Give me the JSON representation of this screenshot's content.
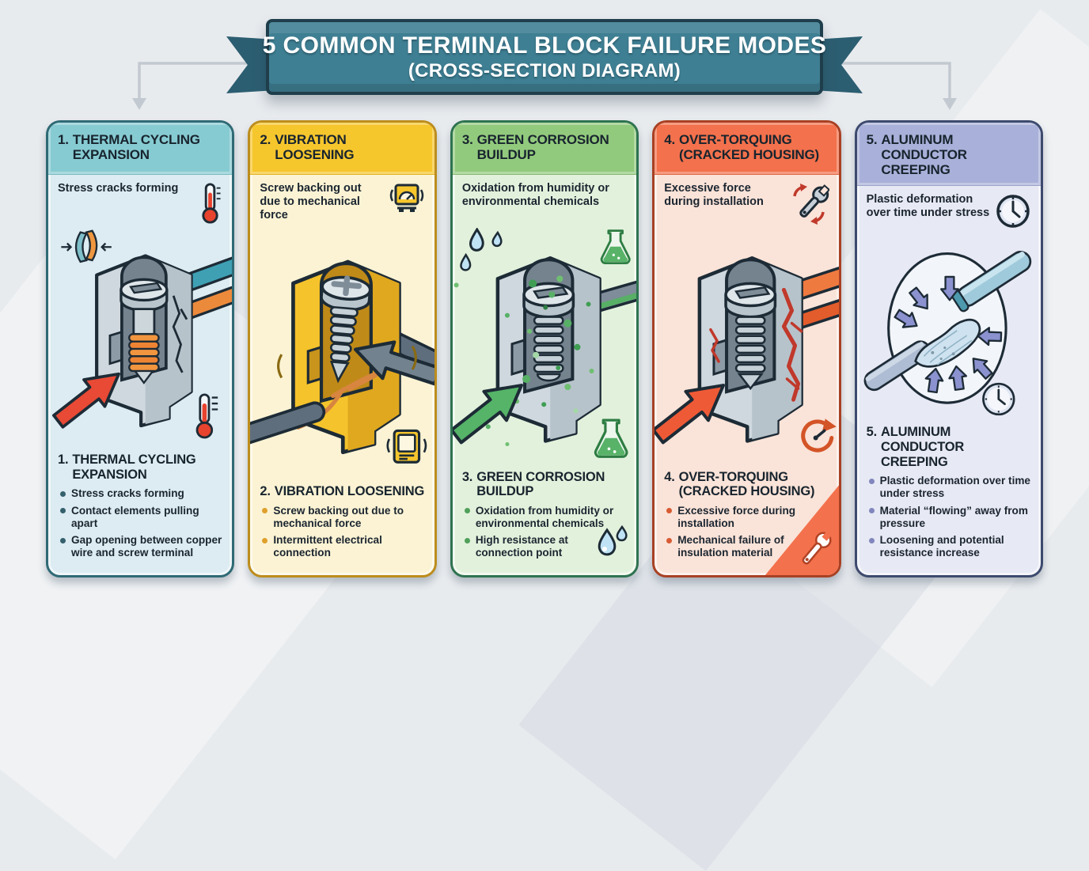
{
  "banner": {
    "title": "5 COMMON TERMINAL BLOCK FAILURE MODES",
    "subtitle": "(CROSS-SECTION DIAGRAM)",
    "colors": {
      "ribbon": "#3f7f93",
      "ribbon_dark": "#2c5e71",
      "border": "#1f3e4b"
    }
  },
  "panels": [
    {
      "number": "1.",
      "title": "THERMAL CYCLING EXPANSION",
      "subtitle": "Stress cracks forming",
      "bullets": [
        "Stress cracks forming",
        "Contact elements pulling apart",
        "Gap opening between copper wire and screw terminal"
      ],
      "icons": [
        "pinch-compression-icon",
        "thermometer-icon"
      ],
      "colors": {
        "border": "#2f6a75",
        "header": "#87cbd2",
        "body": "#dcecf2",
        "bullet": "#35606e"
      }
    },
    {
      "number": "2.",
      "title": "VIBRATION LOOSENING",
      "subtitle": "Screw backing out due to mechanical force",
      "bullets": [
        "Screw backing out due to mechanical force",
        "Intermittent electrical connection"
      ],
      "icons": [
        "vibration-machine-icon"
      ],
      "colors": {
        "border": "#bd8d1d",
        "header": "#f6c62d",
        "body": "#fbf3d4",
        "bullet": "#dfa02c"
      }
    },
    {
      "number": "3.",
      "title": "GREEN CORROSION BUILDUP",
      "subtitle": "Oxidation from humidity or environmental chemicals",
      "bullets": [
        "Oxidation from humidity or environmental chemicals",
        "High resistance at connection point"
      ],
      "icons": [
        "water-drops-icon",
        "flask-icon"
      ],
      "colors": {
        "border": "#2e7350",
        "header": "#92ca7d",
        "body": "#e2f1dc",
        "bullet": "#50a05a"
      }
    },
    {
      "number": "4.",
      "title": "OVER-TORQUING (CRACKED HOUSING)",
      "subtitle": "Excessive force during installation",
      "bullets": [
        "Excessive force during installation",
        "Mechanical failure of insulation material"
      ],
      "icons": [
        "wrench-icon",
        "torque-gauge-icon"
      ],
      "colors": {
        "border": "#a84124",
        "header": "#f3714c",
        "body": "#fae3d8",
        "bullet": "#d85b33"
      }
    },
    {
      "number": "5.",
      "title": "ALUMINUM CONDUCTOR CREEPING",
      "subtitle": "Plastic deformation over time under stress",
      "bullets": [
        "Plastic deformation over time under stress",
        "Material “flowing” away from pressure",
        "Loosening and potential resistance increase"
      ],
      "icons": [
        "clock-icon"
      ],
      "colors": {
        "border": "#3d4a6e",
        "header": "#a9b0d9",
        "body": "#e7e9f4",
        "bullet": "#8187bd"
      }
    }
  ]
}
